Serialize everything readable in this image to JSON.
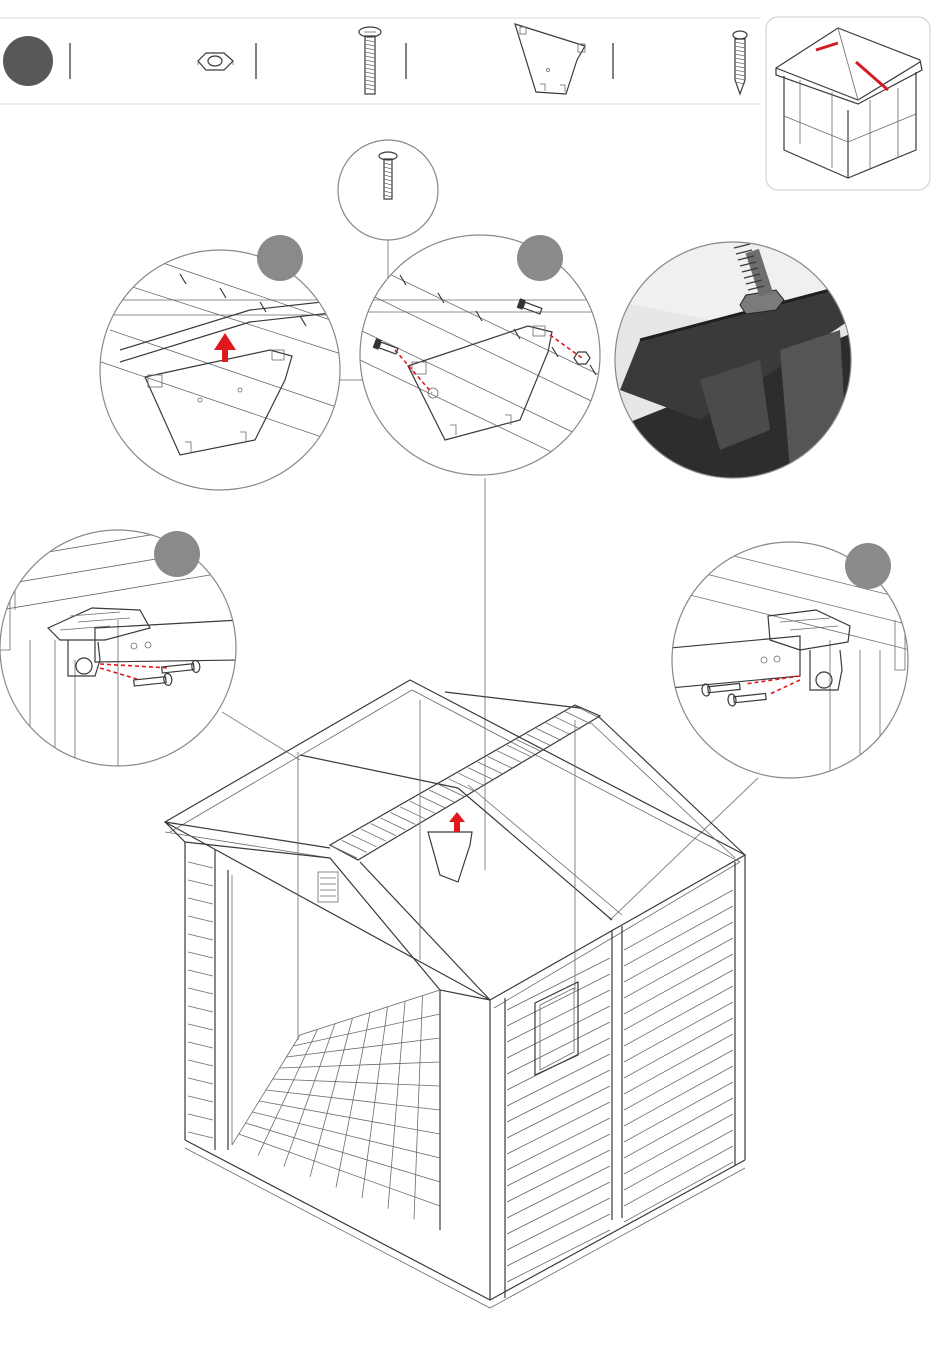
{
  "colors": {
    "step_badge": "#58585a",
    "callout_badge": "#8a8a8c",
    "lift_arrow": "#e0191d",
    "roof_highlight": "#d21b24",
    "bracket_fill": "#c9c9c9",
    "photo_dark": "#2d2d2d",
    "line": "#3a3a3a"
  },
  "parts_bar": {
    "items": [
      {
        "icon": "hex-nut-icon"
      },
      {
        "icon": "bolt-icon"
      },
      {
        "icon": "gable-bracket-icon"
      },
      {
        "icon": "self-tapping-screw-icon"
      }
    ]
  },
  "overview": {
    "icon": "shed-roof-overview-icon"
  },
  "callouts": [
    {
      "name": "bracket-raise-callout",
      "badge_color": "#8a8a8c"
    },
    {
      "name": "bracket-bolt-callout",
      "badge_color": "#8a8a8c"
    },
    {
      "name": "nut-photo-callout"
    },
    {
      "name": "left-corner-screws-callout",
      "badge_color": "#8a8a8c"
    },
    {
      "name": "right-corner-screws-callout",
      "badge_color": "#8a8a8c"
    }
  ],
  "main": {
    "icon": "shed-assembly-icon"
  }
}
